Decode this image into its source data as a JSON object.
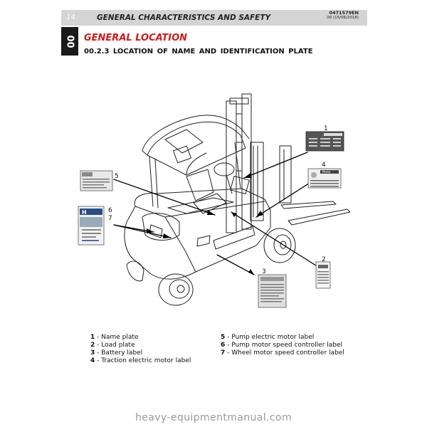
{
  "header": {
    "page_number": "14",
    "title": "GENERAL CHARACTERISTICS AND SAFETY",
    "doc_code": "0471579EN",
    "doc_date": "00 (15/06/2018)",
    "chapter": "00"
  },
  "section_title": "GENERAL LOCATION",
  "subsection": "00.2.3    LOCATION OF NAME AND IDENTIFICATION PLATE",
  "callouts": [
    "1",
    "2",
    "3",
    "4",
    "5",
    "6",
    "7"
  ],
  "plate_texts": {
    "plate4_header": "Motor",
    "plate6_logo": "H"
  },
  "legend_left": [
    {
      "num": "1",
      "text": "Name plate"
    },
    {
      "num": "2",
      "text": "Load plate"
    },
    {
      "num": "3",
      "text": "Battery label"
    },
    {
      "num": "4",
      "text": "Traction electric motor label"
    }
  ],
  "legend_right": [
    {
      "num": "5",
      "text": "Pump electric motor label"
    },
    {
      "num": "6",
      "text": "Pump motor speed controller label"
    },
    {
      "num": "7",
      "text": "Wheel motor speed controller label"
    }
  ],
  "watermark": "heavy-equipmentmanual.com",
  "colors": {
    "accent_red": "#d11a1a",
    "header_gray": "#d4d4d4",
    "tab_black": "#1a1a1a"
  }
}
